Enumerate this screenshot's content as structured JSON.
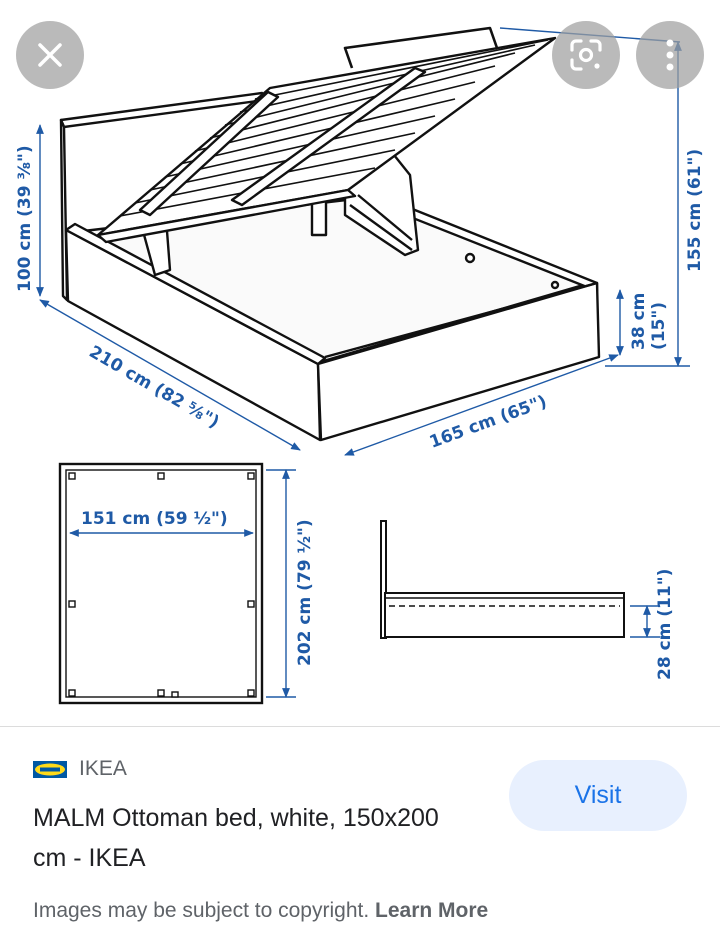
{
  "viewer": {
    "close_icon": "close-icon",
    "lens_icon": "google-lens-icon",
    "more_icon": "more-vert-icon",
    "diagram": {
      "dim_depth": "210 cm (82 ⅝\")",
      "dim_width": "165 cm (65\")",
      "dim_headboard": "100 cm (39 ⅜\")",
      "dim_total_height": "155 cm (61\")",
      "dim_frame_height_cm": "38 cm",
      "dim_frame_height_in": "(15\")",
      "dim_inner_width": "151 cm (59 ½\")",
      "dim_inner_length": "202 cm (79 ½\")",
      "dim_under_height": "28 cm (11\")"
    }
  },
  "result": {
    "source_name": "IKEA",
    "title": "MALM Ottoman bed, white, 150x200 cm - IKEA",
    "visit_label": "Visit",
    "copyright_text": "Images may be subject to copyright.",
    "learn_more_label": "Learn More"
  },
  "colors": {
    "dimension_blue": "#1f5aa6",
    "button_bg": "#e8f0fe",
    "button_text": "#1a73e8",
    "ikea_blue": "#0058a3",
    "ikea_yellow": "#ffda1a"
  }
}
